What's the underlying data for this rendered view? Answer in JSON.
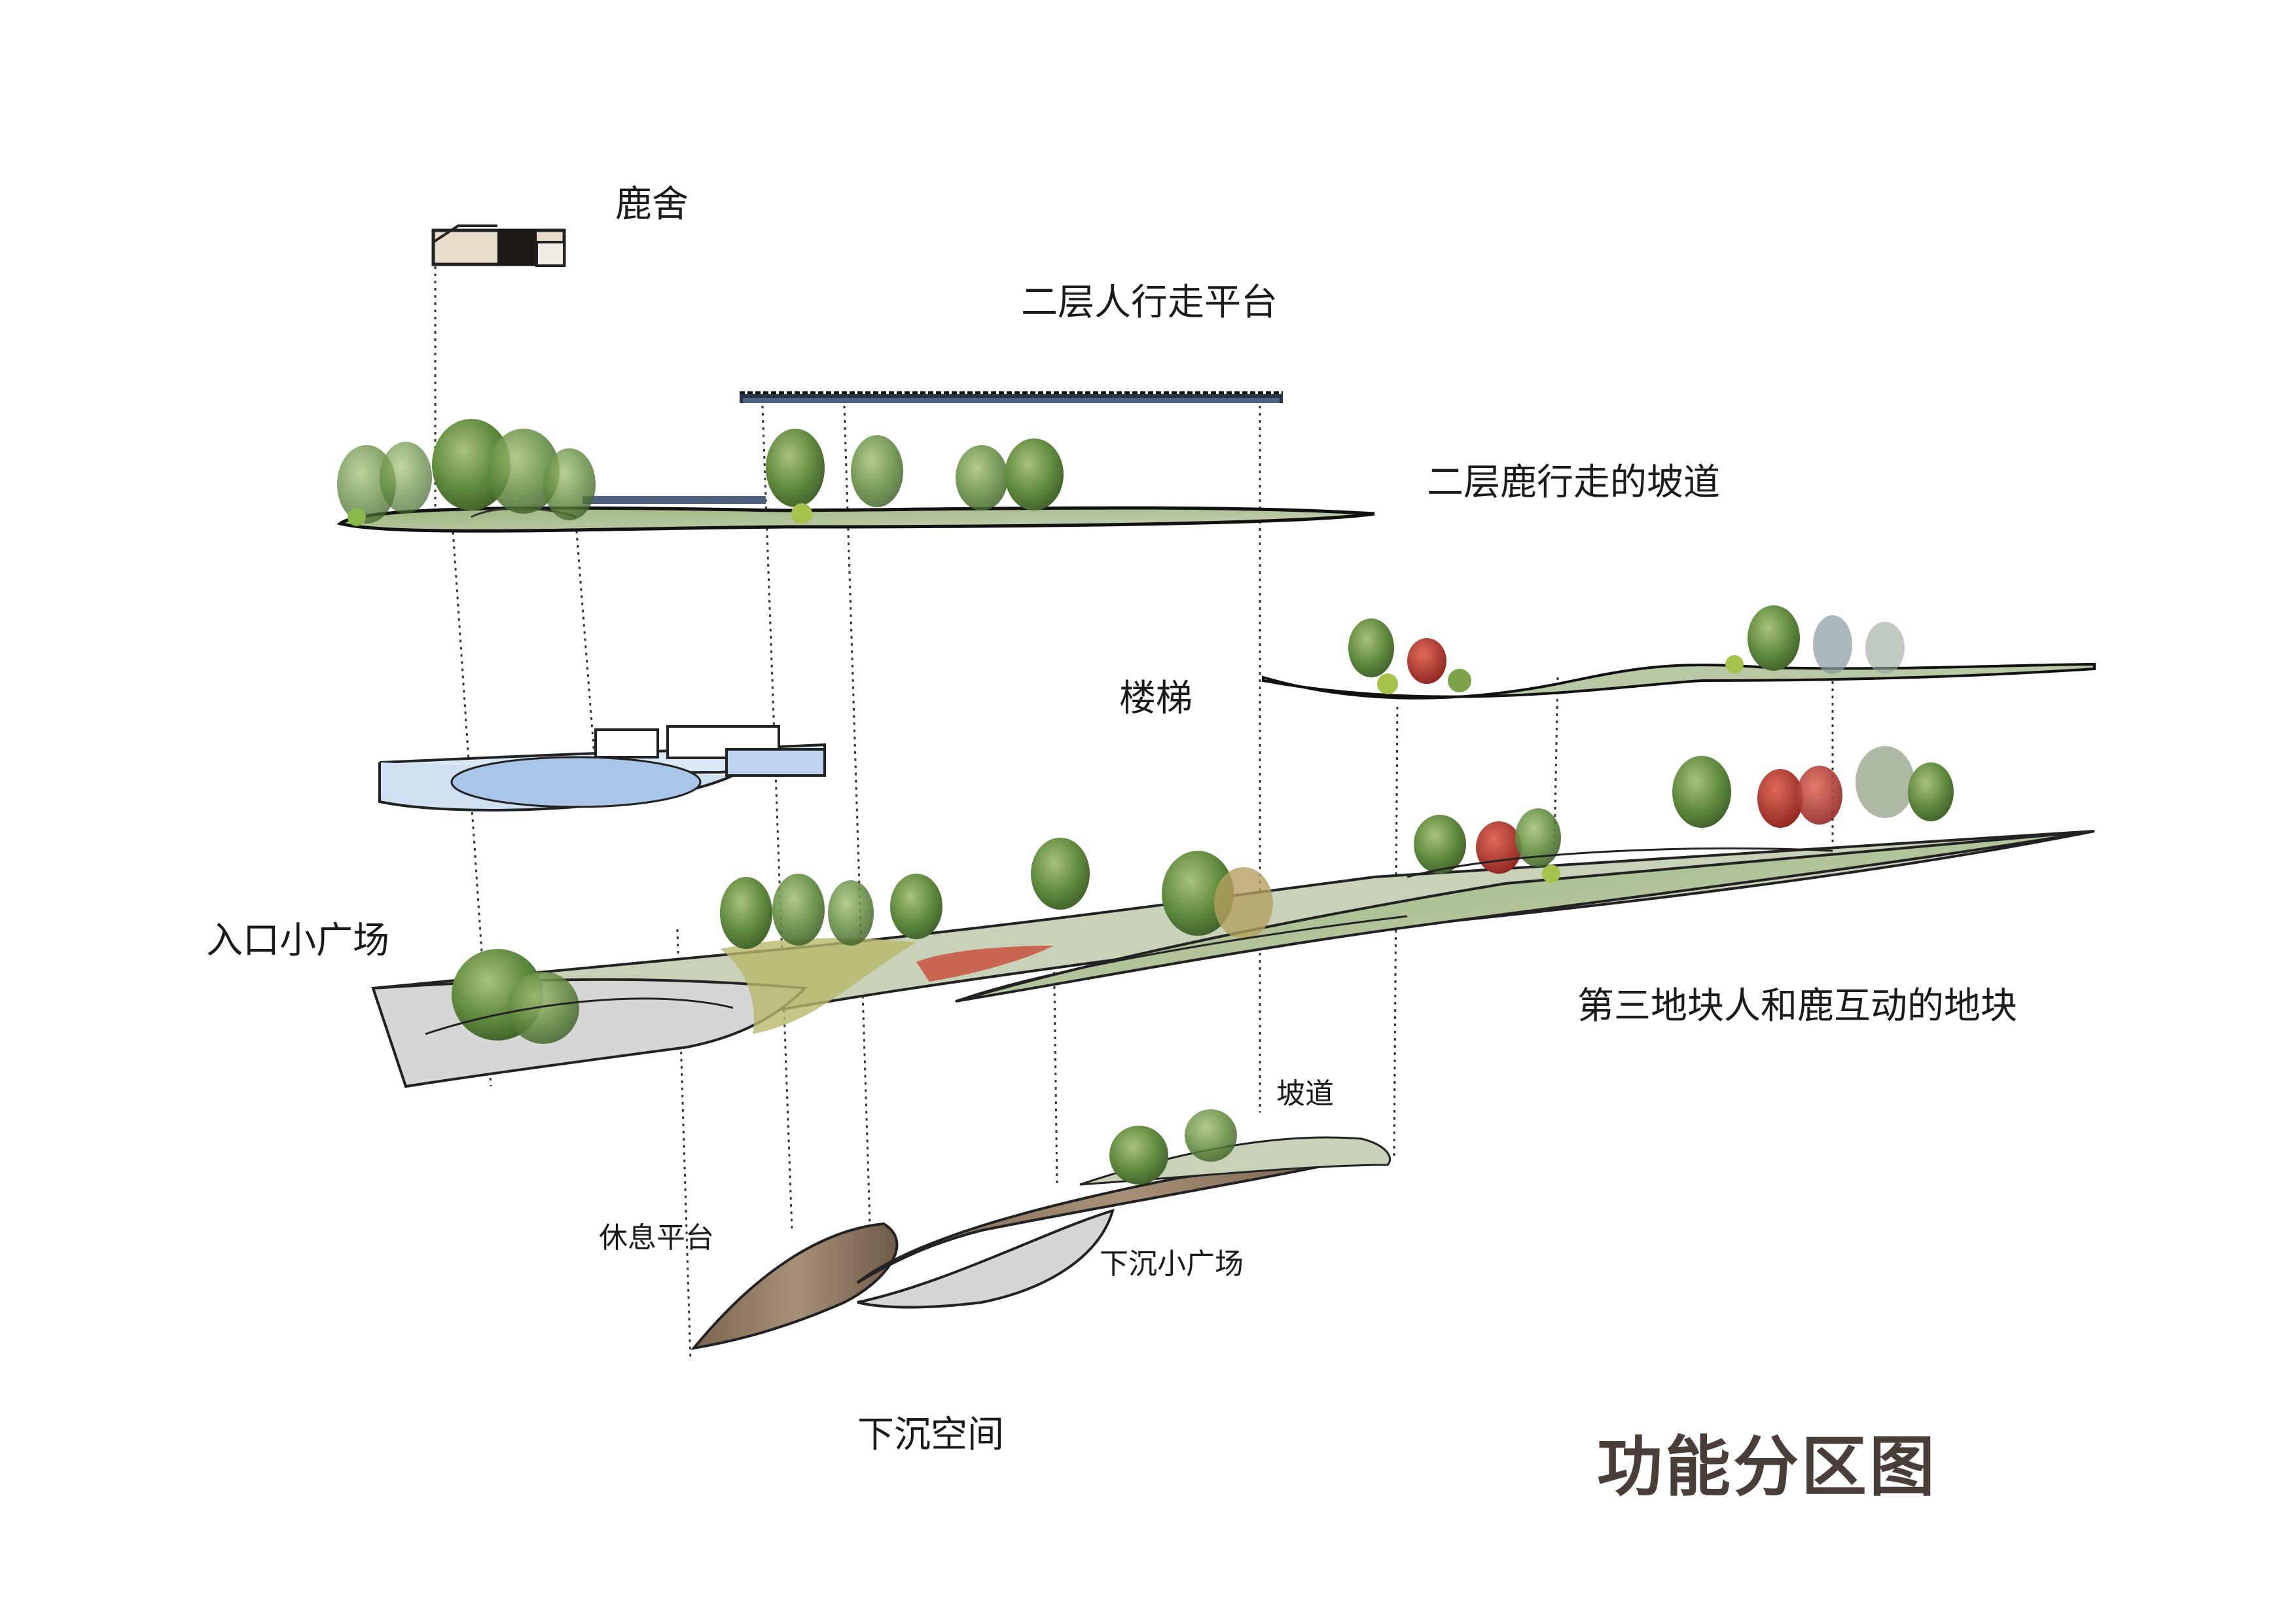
{
  "labels": {
    "deer_house": "鹿舍",
    "walkway_2f": "二层人行走平台",
    "deer_ramp_2f": "二层鹿行走的坡道",
    "stairs": "楼梯",
    "entrance_plaza": "入口小广场",
    "interaction_block": "第三地块人和鹿互动的地块",
    "ramp": "坡道",
    "rest_platform": "休息平台",
    "sunken_plaza": "下沉小广场",
    "sunken_space": "下沉空间"
  },
  "title": "功能分区图",
  "colors": {
    "grass": "#8fa86e",
    "tree": "#5f8a3e",
    "tree_red": "#b8362c",
    "glass": "#a9c6e8",
    "earth": "#8a7460",
    "paving": "#d6d6d6",
    "title": "#4a3e38"
  }
}
